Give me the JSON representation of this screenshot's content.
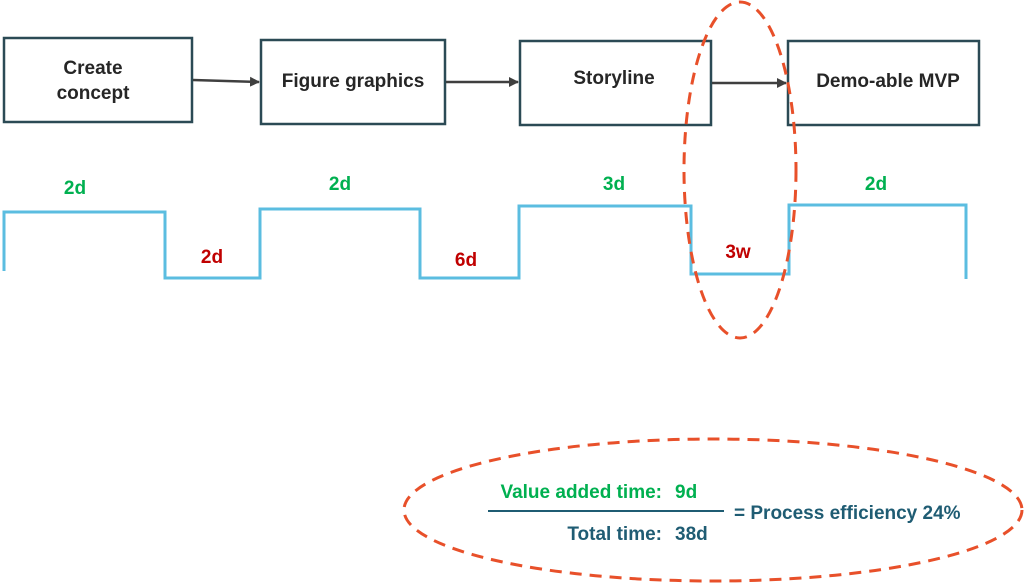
{
  "colors": {
    "value_added": "#00b050",
    "waiting": "#c00000",
    "timeline": "#5bbde0",
    "highlight": "#e8502a",
    "total": "#1f5c73",
    "box_border": "#2b4a55",
    "box_text": "#262626"
  },
  "steps": [
    {
      "label_lines": [
        "Create",
        "concept"
      ]
    },
    {
      "label_lines": [
        "Figure graphics"
      ]
    },
    {
      "label_lines": [
        "Storyline"
      ]
    },
    {
      "label_lines": [
        "Demo-able MVP"
      ]
    }
  ],
  "timeline": {
    "value_added": [
      "2d",
      "2d",
      "3d",
      "2d"
    ],
    "waiting": [
      "2d",
      "6d",
      "3w"
    ]
  },
  "summary": {
    "value_added_label": "Value added time:",
    "value_added_value": "9d",
    "total_label": "Total time:",
    "total_value": "38d",
    "result": "= Process efficiency 24%"
  }
}
